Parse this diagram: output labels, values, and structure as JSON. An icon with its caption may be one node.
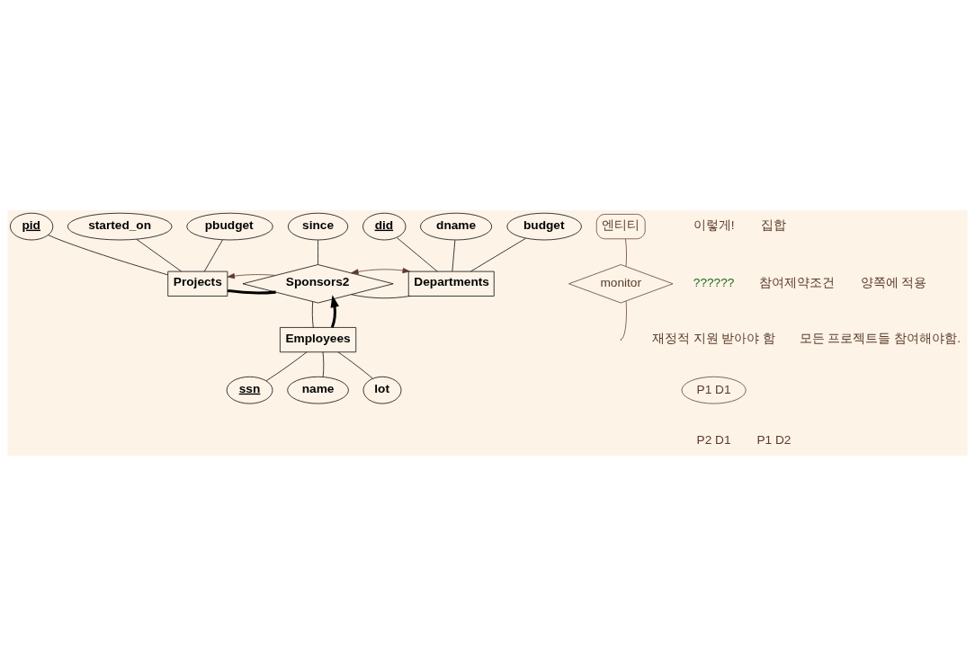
{
  "diagram": {
    "nodes": [
      {
        "text": [
          "Projects"
        ]
      },
      {
        "text": [
          "Sponsors2"
        ]
      },
      {
        "text": [
          "Departments"
        ]
      },
      {
        "text": [
          "Employees"
        ]
      },
      {
        "text": [
          "pid"
        ]
      },
      {
        "text": [
          "started_on"
        ]
      },
      {
        "text": [
          "pbudget"
        ]
      },
      {
        "text": [
          "since"
        ]
      },
      {
        "text": [
          "did"
        ]
      },
      {
        "text": [
          "dname"
        ]
      },
      {
        "text": [
          "budget"
        ]
      },
      {
        "text": [
          "ssn"
        ]
      },
      {
        "text": [
          "name"
        ]
      },
      {
        "text": [
          "lot"
        ]
      },
      {
        "text": [
          "엔티티"
        ]
      },
      {
        "text": [
          "monitor"
        ]
      },
      {
        "text": [
          "P1 D1"
        ]
      }
    ],
    "edges": [
      {
        "from": 4,
        "to": 0,
        "arrow": "none"
      },
      {
        "from": 5,
        "to": 0,
        "arrow": "none"
      },
      {
        "from": 6,
        "to": 0,
        "arrow": "none"
      },
      {
        "from": 0,
        "to": 1,
        "arrow": "none",
        "style": "thick"
      },
      {
        "from": 7,
        "to": 1,
        "arrow": "none"
      },
      {
        "from": 1,
        "to": 2,
        "arrow": "none"
      },
      {
        "from": 8,
        "to": 2,
        "arrow": "none"
      },
      {
        "from": 9,
        "to": 2,
        "arrow": "none"
      },
      {
        "from": 10,
        "to": 2,
        "arrow": "none"
      },
      {
        "from": 3,
        "to": 1,
        "arrow": "none"
      },
      {
        "from": 3,
        "to": 1,
        "arrow": "to",
        "style": "thick"
      },
      {
        "from": 11,
        "to": 3,
        "arrow": "none"
      },
      {
        "from": 12,
        "to": 3,
        "arrow": "none"
      },
      {
        "from": 13,
        "to": 3,
        "arrow": "none"
      },
      {
        "from": 1,
        "to": 0,
        "arrow": "to",
        "color": "#5a3a2a"
      },
      {
        "from": 1,
        "to": 2,
        "arrow": "both",
        "color": "#5a3a2a"
      },
      {
        "from": 15,
        "to": 14,
        "arrow": "none",
        "color": "#5a3a2a"
      },
      {
        "from": null,
        "to": 15,
        "arrow": "none",
        "color": "#5a3a2a"
      }
    ],
    "labels": [
      "집합",
      "이렇게!",
      "참여제약조건",
      "양쪽에 적용",
      "??????",
      "모든 프로젝트들 참여해야함.",
      "재정적 지원 받아야 함",
      "P1 D2",
      "P2 D1"
    ]
  }
}
